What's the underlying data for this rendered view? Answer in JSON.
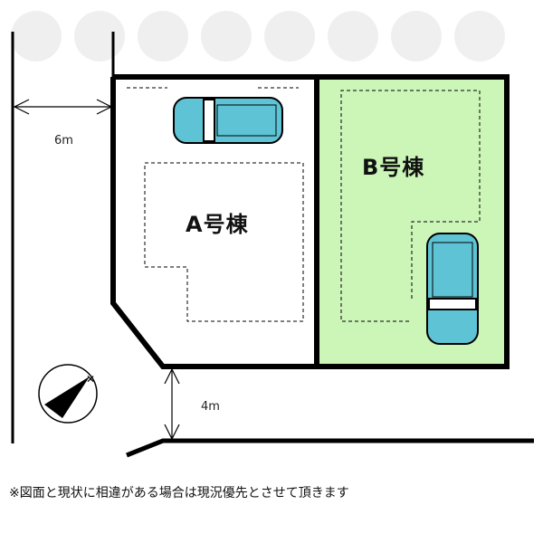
{
  "plot": {
    "lot_a_label": "A号棟",
    "lot_b_label": "B号棟",
    "front_road_width": "6m",
    "side_road_width": "4m",
    "lot_b_color": "#ccf5b8",
    "car_color": "#5ec3d4"
  },
  "note": "※図面と現状に相違がある場合は現況優先とさせて頂きます"
}
